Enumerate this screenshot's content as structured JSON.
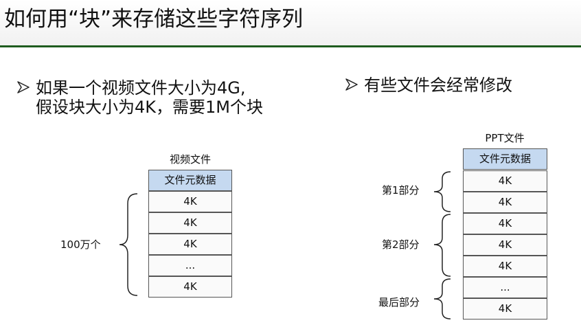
{
  "title": "如何用“块”来存储这些字符序列",
  "bullets": {
    "left": {
      "line1": "如果一个视频文件大小为4G,",
      "line2": "假设块大小为4K，需要1M个块"
    },
    "right": {
      "line1": "有些文件会经常修改"
    }
  },
  "video_table": {
    "caption": "视频文件",
    "header": "文件元数据",
    "cells": [
      "4K",
      "4K",
      "4K",
      "...",
      "4K"
    ],
    "brace_label": "100万个"
  },
  "ppt_table": {
    "caption": "PPT文件",
    "header": "文件元数据",
    "cells": [
      "4K",
      "4K",
      "4K",
      "4K",
      "4K",
      "...",
      "4K"
    ],
    "labels": {
      "part1": "第1部分",
      "part2": "第2部分",
      "last": "最后部分"
    }
  },
  "colors": {
    "title_rule": "#1e5c1e",
    "header_cell": "#c5d9f0"
  },
  "icons": [
    "arrow-bullet-icon"
  ]
}
